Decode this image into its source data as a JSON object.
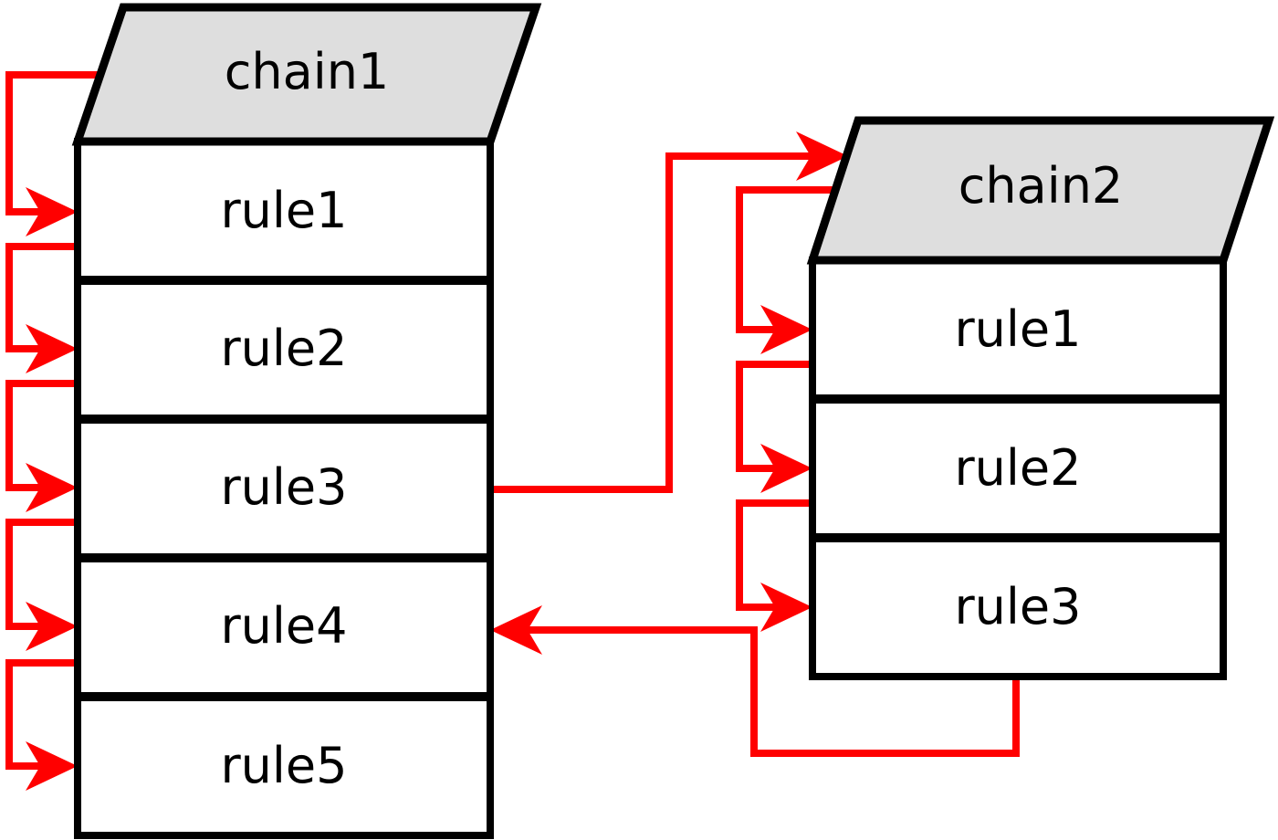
{
  "chain1": {
    "title": "chain1",
    "rules": [
      "rule1",
      "rule2",
      "rule3",
      "rule4",
      "rule5"
    ]
  },
  "chain2": {
    "title": "chain2",
    "rules": [
      "rule1",
      "rule2",
      "rule3"
    ]
  },
  "colors": {
    "flow_arrow": "#ff0000",
    "chain_header_fill": "#dedede",
    "box_border": "#000000",
    "rule_fill": "#ffffff",
    "background": "#ffffff"
  },
  "connections": [
    {
      "from": "chain1",
      "to": "chain1/rule1"
    },
    {
      "from": "chain1/rule1",
      "to": "chain1/rule2"
    },
    {
      "from": "chain1/rule2",
      "to": "chain1/rule3"
    },
    {
      "from": "chain1/rule3",
      "to": "chain1/rule4"
    },
    {
      "from": "chain1/rule4",
      "to": "chain1/rule5"
    },
    {
      "from": "chain1/rule3",
      "to": "chain2"
    },
    {
      "from": "chain2",
      "to": "chain2/rule1"
    },
    {
      "from": "chain2/rule1",
      "to": "chain2/rule2"
    },
    {
      "from": "chain2/rule2",
      "to": "chain2/rule3"
    },
    {
      "from": "chain2/rule3",
      "to": "chain1/rule4"
    }
  ]
}
